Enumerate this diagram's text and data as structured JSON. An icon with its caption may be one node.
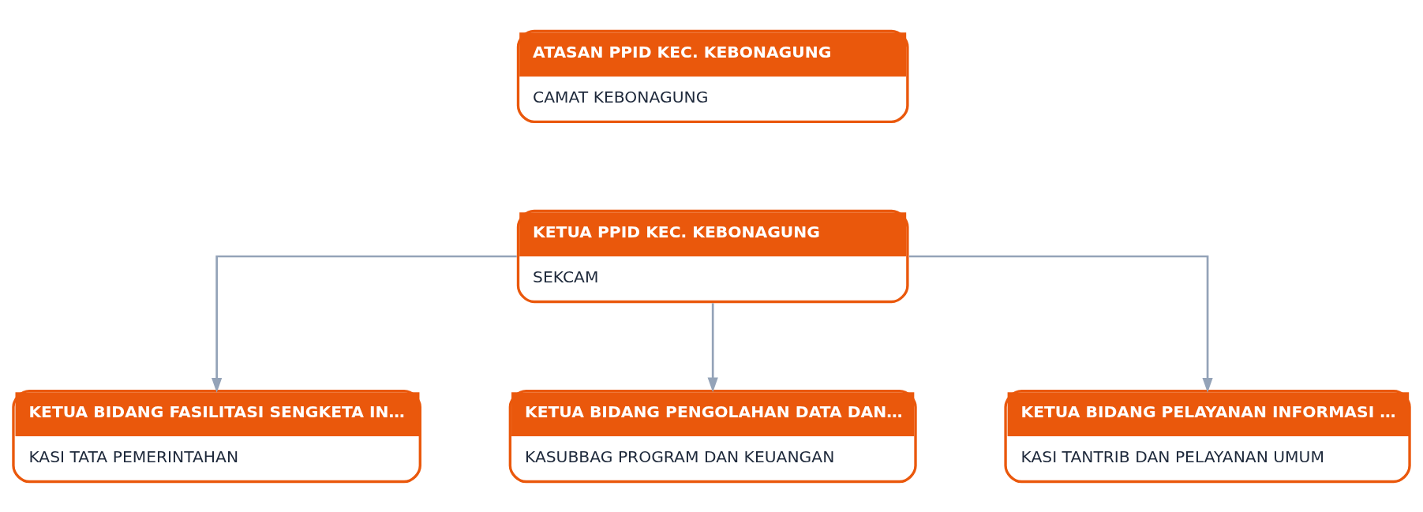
{
  "diagram": {
    "nodes": [
      {
        "text": [
          "ATASAN PPID KEC. KEBONAGUNG",
          "CAMAT KEBONAGUNG"
        ]
      },
      {
        "text": [
          "KETUA PPID KEC. KEBONAGUNG",
          "SEKCAM"
        ]
      },
      {
        "text": [
          "KETUA BIDANG FASILITASI SENGKETA IN…",
          "KASI TATA PEMERINTAHAN"
        ]
      },
      {
        "text": [
          "KETUA BIDANG PENGOLAHAN DATA DAN…",
          "KASUBBAG PROGRAM DAN KEUANGAN"
        ]
      },
      {
        "text": [
          "KETUA BIDANG PELAYANAN INFORMASI …",
          "KASI TANTRIB DAN PELAYANAN UMUM"
        ]
      }
    ],
    "edges": [
      {
        "from": 1,
        "to": 2,
        "arrow": "to"
      },
      {
        "from": 1,
        "to": 3,
        "arrow": "to"
      },
      {
        "from": 1,
        "to": 4,
        "arrow": "to"
      }
    ]
  }
}
